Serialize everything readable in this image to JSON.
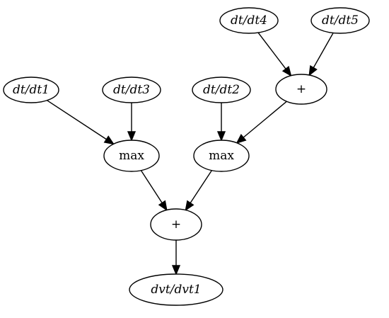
{
  "nodes": {
    "dt_dt4": {
      "label": "dt/dt4",
      "italic": true
    },
    "dt_dt5": {
      "label": "dt/dt5",
      "italic": true
    },
    "dt_dt1": {
      "label": "dt/dt1",
      "italic": true
    },
    "dt_dt3": {
      "label": "dt/dt3",
      "italic": true
    },
    "dt_dt2": {
      "label": "dt/dt2",
      "italic": true
    },
    "plus_top": {
      "label": "+",
      "italic": false
    },
    "max_left": {
      "label": "max",
      "italic": false
    },
    "max_right": {
      "label": "max",
      "italic": false
    },
    "plus_bottom": {
      "label": "+",
      "italic": false
    },
    "dvt_dvt1": {
      "label": "dvt/dvt1",
      "italic": true
    }
  },
  "edges": [
    {
      "from": "dt_dt4",
      "to": "plus_top"
    },
    {
      "from": "dt_dt5",
      "to": "plus_top"
    },
    {
      "from": "dt_dt1",
      "to": "max_left"
    },
    {
      "from": "dt_dt3",
      "to": "max_left"
    },
    {
      "from": "dt_dt2",
      "to": "max_right"
    },
    {
      "from": "plus_top",
      "to": "max_right"
    },
    {
      "from": "max_left",
      "to": "plus_bottom"
    },
    {
      "from": "max_right",
      "to": "plus_bottom"
    },
    {
      "from": "plus_bottom",
      "to": "dvt_dvt1"
    }
  ]
}
